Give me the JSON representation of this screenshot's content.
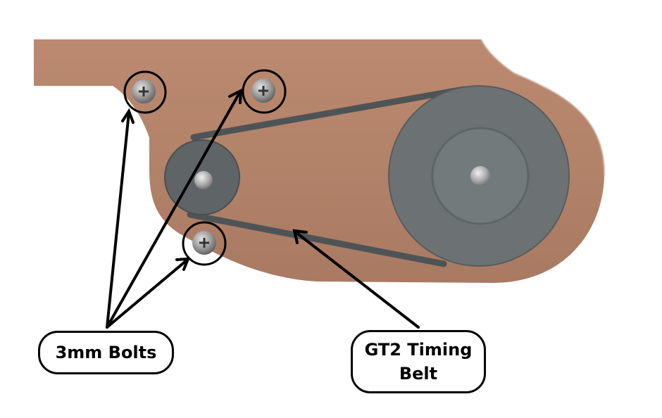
{
  "labels": {
    "bolts": "3mm Bolts",
    "belt_line1": "GT2 Timing",
    "belt_line2": "Belt"
  },
  "colors": {
    "plate": "#b6836a",
    "plate_shade": "#a0705a",
    "pulley": "#5f6567",
    "pulley_light": "#7a8082",
    "belt": "#4e5456",
    "bolt": "#9a9a9a",
    "callout": "#000000"
  }
}
